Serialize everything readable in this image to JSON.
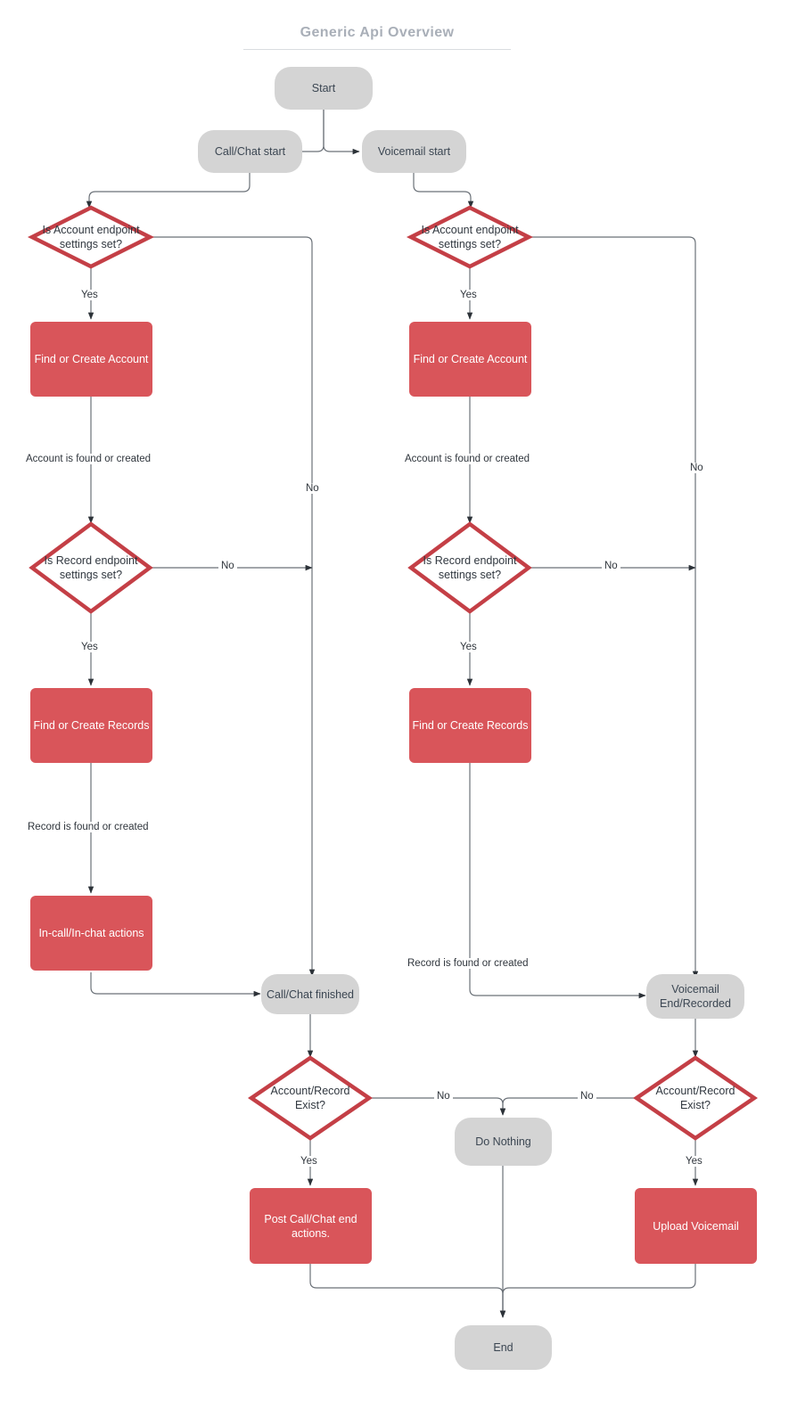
{
  "diagram": {
    "title": "Generic Api Overview",
    "colors": {
      "terminal_fill": "#d4d4d4",
      "terminal_text": "#3b4652",
      "process_fill": "#d9555a",
      "process_text": "#ffffff",
      "decision_stroke": "#c43f46",
      "decision_fill": "#ffffff",
      "edge_stroke": "#6b7178",
      "title_text": "#a9afb8"
    },
    "nodes": [
      {
        "id": "start",
        "type": "terminal",
        "label": "Start"
      },
      {
        "id": "call-chat-start",
        "type": "terminal",
        "label": "Call/Chat start"
      },
      {
        "id": "voicemail-start",
        "type": "terminal",
        "label": "Voicemail start"
      },
      {
        "id": "acct-endpoint-l",
        "type": "decision",
        "label": "Is Account endpoint settings set?"
      },
      {
        "id": "acct-endpoint-r",
        "type": "decision",
        "label": "Is Account endpoint settings set?"
      },
      {
        "id": "find-acct-l",
        "type": "process",
        "label": "Find or Create Account"
      },
      {
        "id": "find-acct-r",
        "type": "process",
        "label": "Find or Create Account"
      },
      {
        "id": "rec-endpoint-l",
        "type": "decision",
        "label": "Is Record endpoint settings set?"
      },
      {
        "id": "rec-endpoint-r",
        "type": "decision",
        "label": "Is Record endpoint settings set?"
      },
      {
        "id": "find-rec-l",
        "type": "process",
        "label": "Find or Create Records"
      },
      {
        "id": "find-rec-r",
        "type": "process",
        "label": "Find or Create Records"
      },
      {
        "id": "in-call-actions",
        "type": "process",
        "label": "In-call/In-chat actions"
      },
      {
        "id": "call-chat-finished",
        "type": "terminal",
        "label": "Call/Chat finished"
      },
      {
        "id": "voicemail-end",
        "type": "terminal",
        "label": "Voicemail End/Recorded"
      },
      {
        "id": "exist-l",
        "type": "decision",
        "label": "Account/Record Exist?"
      },
      {
        "id": "exist-r",
        "type": "decision",
        "label": "Account/Record Exist?"
      },
      {
        "id": "do-nothing",
        "type": "terminal",
        "label": "Do Nothing"
      },
      {
        "id": "post-call-actions",
        "type": "process",
        "label": "Post Call/Chat end actions."
      },
      {
        "id": "upload-voicemail",
        "type": "process",
        "label": "Upload Voicemail"
      },
      {
        "id": "end",
        "type": "terminal",
        "label": "End"
      }
    ],
    "edge_labels": {
      "acct_l_yes": "Yes",
      "acct_l_no": "No",
      "acct_r_yes": "Yes",
      "acct_r_no": "No",
      "rec_l_yes": "Yes",
      "rec_l_no": "No",
      "rec_r_yes": "Yes",
      "rec_r_no": "No",
      "exist_l_yes": "Yes",
      "exist_l_no": "No",
      "exist_r_yes": "Yes",
      "exist_r_no": "No"
    },
    "flow_notes": {
      "account_found_left": "Account is found or created",
      "account_found_right": "Account is found or created",
      "record_found_left": "Record is found or created",
      "record_found_right": "Record is found or created"
    }
  }
}
